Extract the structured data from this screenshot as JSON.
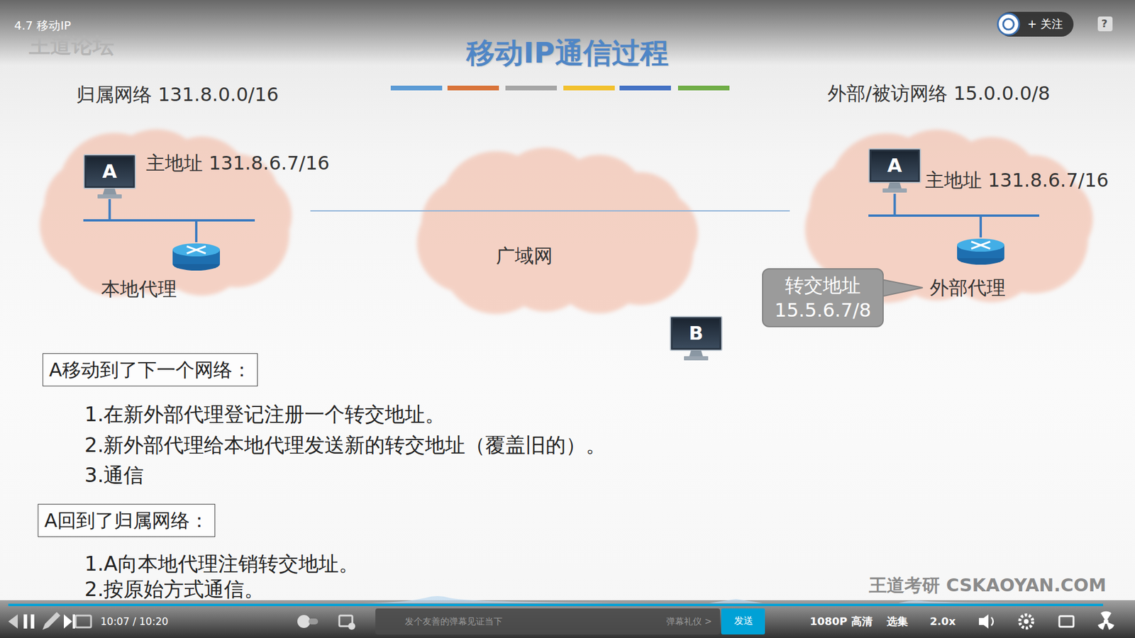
{
  "diagram": {
    "title": "移动IP通信过程",
    "nodes": [
      {
        "text": [
          "归属网络 131.8.0.0/16"
        ]
      },
      {
        "text": [
          "A"
        ],
        "in": 0
      },
      {
        "text": [
          "本地代理"
        ],
        "in": 0
      },
      {
        "text": [
          "广域网"
        ]
      },
      {
        "text": [
          "外部/被访网络 15.0.0.0/8"
        ]
      },
      {
        "text": [
          "A"
        ],
        "in": 4
      },
      {
        "text": [
          "外部代理"
        ],
        "in": 4
      },
      {
        "text": [
          "转交地址 15.5.6.7/8"
        ]
      },
      {
        "text": [
          "B"
        ]
      },
      {
        "text": [
          "A移动到了下一个网络："
        ]
      },
      {
        "text": [
          "A回到了归属网络："
        ]
      }
    ],
    "edges": [
      {
        "from": 1,
        "to": 2,
        "arrow": "none"
      },
      {
        "from": 0,
        "to": 4,
        "arrow": "none"
      },
      {
        "from": 5,
        "to": 6,
        "arrow": "none"
      }
    ],
    "labels": [
      "王道论坛",
      "4.7 移动IP",
      "主地址 131.8.6.7/16",
      "主地址 131.8.6.7/16",
      "1.在新外部代理登记注册一个转交地址。",
      "2.新外部代理给本地代理发送新的转交地址（覆盖旧的）。",
      "3.通信",
      "1.A向本地代理注销转交地址。",
      "2.按原始方式通信。",
      "+ 关注",
      "?",
      "10:07 / 10:20",
      "发个友善的弹幕见证当下",
      "弹幕礼仪 >",
      "发送",
      "1080P 高清",
      "选集",
      "2.0x",
      "王道考研 CSKAOYAN.COM"
    ]
  }
}
